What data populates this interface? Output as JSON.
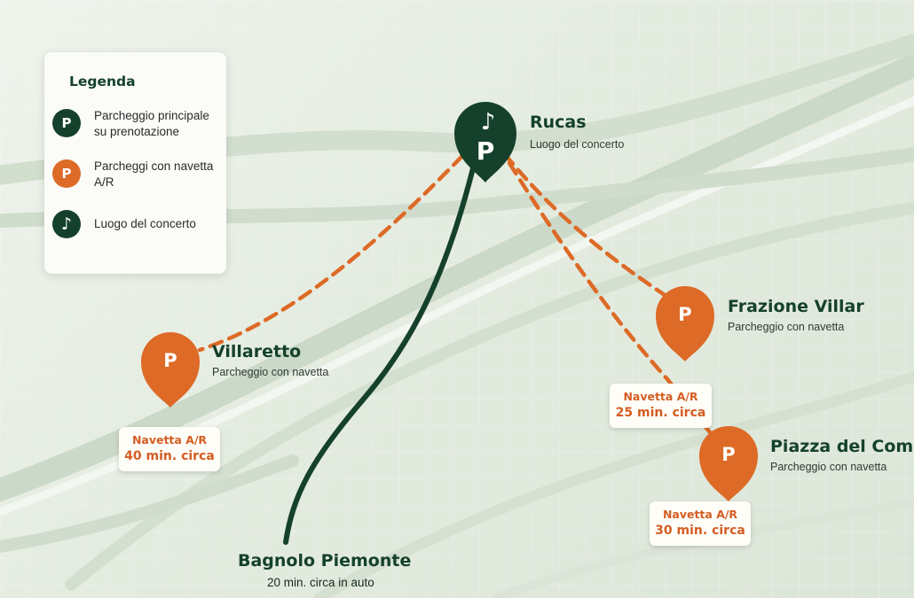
{
  "colors": {
    "dark_green": "#15412c",
    "orange": "#dd6a26",
    "label_orange": "#d45d22",
    "background": "#e4ece1"
  },
  "legend": {
    "title": "Legenda",
    "items": [
      {
        "icon": "parking-icon",
        "glyph": "P",
        "color": "#15412c",
        "label": "Parcheggio principale su prenotazione"
      },
      {
        "icon": "parking-icon",
        "glyph": "P",
        "color": "#dd6a26",
        "label": "Parcheggi con navetta A/R"
      },
      {
        "icon": "music-note-icon",
        "glyph": "♪",
        "color": "#15412c",
        "label": "Luogo del concerto"
      }
    ]
  },
  "places": {
    "rucas": {
      "name": "Rucas",
      "subtitle": "Luogo del concerto",
      "pin_glyph": "P",
      "pin_icon": "music-note-icon"
    },
    "villaretto": {
      "name": "Villaretto",
      "subtitle": "Parcheggio con navetta",
      "pin_glyph": "P"
    },
    "frazione_villar": {
      "name": "Frazione Villar",
      "subtitle": "Parcheggio con navetta",
      "pin_glyph": "P"
    },
    "piazza_del_comune": {
      "name": "Piazza del Comune",
      "subtitle": "Parcheggio con navetta",
      "pin_glyph": "P"
    },
    "bagnolo": {
      "name": "Bagnolo Piemonte",
      "subtitle": "20 min. circa in auto"
    }
  },
  "shuttles": {
    "villaretto": {
      "line1": "Navetta A/R",
      "line2": "40 min. circa"
    },
    "frazione_villar": {
      "line1": "Navetta A/R",
      "line2": "25 min. circa"
    },
    "piazza_del_comune": {
      "line1": "Navetta A/R",
      "line2": "30 min. circa"
    }
  }
}
